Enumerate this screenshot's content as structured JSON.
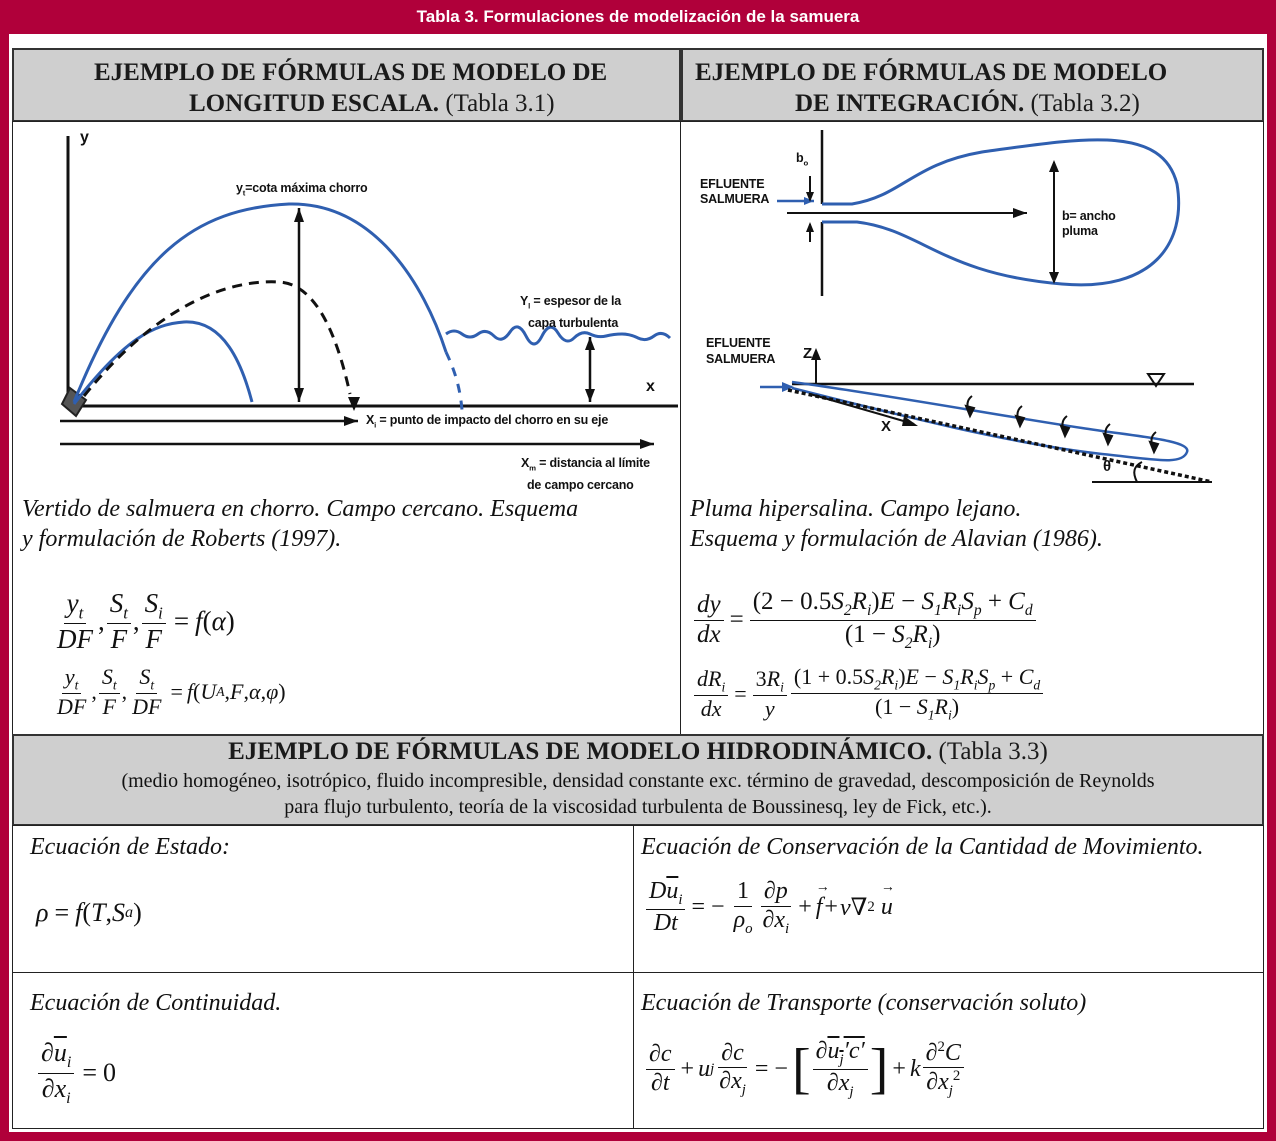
{
  "title": "Tabla 3. Formulaciones de modelización de la samuera",
  "sections": {
    "longitud": {
      "heading_line1": "EJEMPLO DE FÓRMULAS DE MODELO  DE",
      "heading_line2": "LONGITUD ESCALA.",
      "heading_ref": "(Tabla 3.1)",
      "caption_line1": "Vertido de salmuera en chorro. Campo cercano. Esquema",
      "caption_line2": "y formulación de Roberts (1997).",
      "diagram": {
        "axis_y": "y",
        "axis_x": "x",
        "label_yt": "y",
        "label_yt_sub": "t",
        "label_yt_rest": "=cota máxima chorro",
        "label_Yl_1": "Y",
        "label_Yl_sub": "l",
        "label_Yl_rest": " = espesor de la",
        "label_Yl_2": "capa turbulenta",
        "label_Xi": "X",
        "label_Xi_sub": "i",
        "label_Xi_rest": " = punto de impacto del chorro en su eje",
        "label_Xm": "X",
        "label_Xm_sub": "m",
        "label_Xm_rest": " = distancia al límite",
        "label_Xm_2": "de campo cercano"
      }
    },
    "integracion": {
      "heading_line1": "EJEMPLO DE FÓRMULAS DE MODELO",
      "heading_line2": "DE INTEGRACIÓN.",
      "heading_ref": "(Tabla 3.2)",
      "caption_line1": "Pluma hipersalina.  Campo lejano.",
      "caption_line2": "Esquema y formulación de  Alavian (1986).",
      "diagram": {
        "efluente_1": "EFLUENTE",
        "salmuera_1": "SALMUERA",
        "b0": "b",
        "b0_sub": "o",
        "b_ancho_1": "b= ancho",
        "b_ancho_2": "pluma",
        "efluente_2": "EFLUENTE",
        "salmuera_2": "SALMUERA",
        "z_label": "Z",
        "x_label": "X",
        "theta": "θ"
      }
    },
    "hidro": {
      "heading": "EJEMPLO DE FÓRMULAS DE  MODELO HIDRODINÁMICO.",
      "heading_ref": "(Tabla 3.3)",
      "note_line1": "(medio homogéneo, isotrópico, fluido incompresible, densidad constante exc. término de gravedad, descomposición de Reynolds",
      "note_line2": "para flujo turbulento, teoría de la viscosidad turbulenta de Boussinesq, ley de Fick, etc.).",
      "estado": "Ecuación de Estado:",
      "cantidad": "Ecuación de Conservación de la Cantidad de Movimiento.",
      "continuidad": "Ecuación de Continuidad.",
      "transporte": "Ecuación de Transporte (conservación soluto)"
    }
  },
  "colors": {
    "accent": "#b0003a",
    "curve": "#2f5fb0",
    "header_bg": "#cfcfcf"
  }
}
